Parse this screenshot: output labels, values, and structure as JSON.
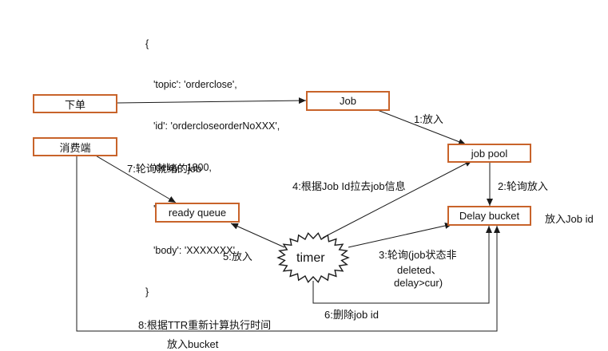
{
  "json_snippet": {
    "open": "{",
    "lines": [
      "'topic': 'orderclose',",
      "'id': 'ordercloseorderNoXXX',",
      "'delay': 1800,",
      "'TTR': 60,",
      "'body': 'XXXXXXX'"
    ],
    "close": "}"
  },
  "nodes": {
    "order": "下单",
    "consumer": "消费端",
    "job": "Job",
    "job_pool": "job pool",
    "ready_queue": "ready queue",
    "delay_bucket": "Delay bucket",
    "timer": "timer"
  },
  "edge_labels": {
    "step1": "1:放入",
    "step2": "2:轮询放入",
    "step3_line1": "3:轮询(job状态非",
    "step3_line2": "deleted、",
    "step3_line3": "delay>cur)",
    "step4": "4:根据Job Id拉去job信息",
    "step5": "5:放入",
    "step6": "6:删除job id",
    "step7": "7:轮询就绪的job",
    "step8_line1": "8:根据TTR重新计算执行时间",
    "step8_line2": "放入bucket"
  },
  "side_note": "放入Job id",
  "colors": {
    "box_border": "#c8632a",
    "line": "#1a1a1a"
  }
}
